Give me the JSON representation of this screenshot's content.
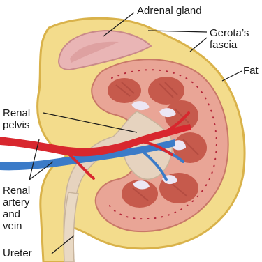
{
  "labels": {
    "adrenal_gland": "Adrenal gland",
    "gerotas": "Gerota’s",
    "fascia": "fascia",
    "fat": "Fat",
    "renal_pelvis_1": "Renal",
    "renal_pelvis_2": "pelvis",
    "renal_artery_1": "Renal",
    "renal_artery_2": "artery",
    "renal_artery_3": "and",
    "renal_artery_4": "vein",
    "ureter": "Ureter"
  },
  "colors": {
    "fat": "#f3dc8c",
    "fascia_outline": "#d9b24a",
    "cortex": "#e9a596",
    "medulla_pyramid": "#c65a4c",
    "pelvis": "#e6d3bf",
    "artery": "#d8272e",
    "vein": "#3b7bc8",
    "adrenal": "#e9b5b5"
  }
}
